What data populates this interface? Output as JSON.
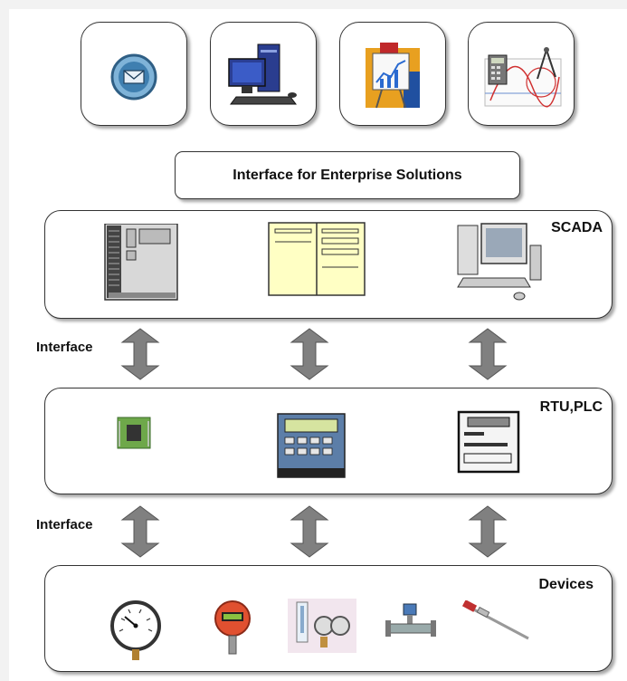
{
  "banner": {
    "label": "Interface for Enterprise Solutions"
  },
  "layers": {
    "scada": {
      "label": "SCADA"
    },
    "rtu_plc": {
      "label": "RTU,PLC"
    },
    "devices": {
      "label": "Devices"
    }
  },
  "interfaces": [
    {
      "label": "Interface"
    },
    {
      "label": "Interface"
    }
  ],
  "icons": {
    "top": [
      "email-icon",
      "desktop-computer-icon",
      "presentation-chart-icon",
      "calculator-graph-icon"
    ],
    "scada": [
      "server-rack-icon",
      "control-panel-icon",
      "workstation-computer-icon"
    ],
    "rtu_plc": [
      "circuit-chip-icon",
      "plc-controller-icon",
      "rtu-panel-icon"
    ],
    "devices": [
      "pressure-gauge-icon",
      "digital-gauge-icon",
      "flow-regulator-icon",
      "flow-meter-icon",
      "temperature-probe-icon"
    ]
  },
  "colors": {
    "arrow": "#808080",
    "border": "#333333",
    "panel": "#ffffc4"
  }
}
